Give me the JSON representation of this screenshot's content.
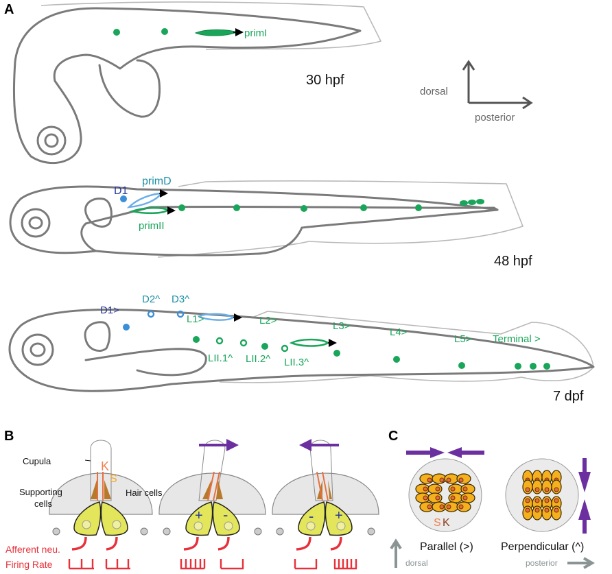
{
  "panels": {
    "a": "A",
    "b": "B",
    "c": "C"
  },
  "fish_30hpf": {
    "stage": "30 hpf",
    "prim_label": "primI"
  },
  "axes_a": {
    "dorsal": "dorsal",
    "posterior": "posterior"
  },
  "fish_48hpf": {
    "stage": "48 hpf",
    "d1": "D1",
    "primD": "primD",
    "primII": "primII"
  },
  "fish_7dpf": {
    "stage": "7 dpf",
    "labels": {
      "d1": "D1>",
      "d2": "D2^",
      "d3": "D3^",
      "l1": "L1>",
      "l2": "L2>",
      "l3": "L3>",
      "l4": "L4>",
      "l5": "L5>",
      "terminal": "Terminal >",
      "lii1": "LII.1^",
      "lii2": "LII.2^",
      "lii3": "LII.3^"
    }
  },
  "panel_b": {
    "cupula": "Cupula",
    "kinocilium": "K",
    "stereocilia": "S",
    "supporting_1": "Supporting",
    "supporting_2": "cells",
    "hair_cells": "Hair cells",
    "afferent": "Afferent neu.",
    "firing_rate": "Firing Rate",
    "plus": "+",
    "minus": "-"
  },
  "panel_c": {
    "s": "S",
    "k": "K",
    "parallel": "Parallel (>)",
    "perpendicular": "Perpendicular (^)",
    "dorsal": "dorsal",
    "posterior": "posterior"
  },
  "colors": {
    "green": "#1aa65a",
    "blue": "#3a8fd6",
    "navy": "#2b3a99",
    "teal": "#1c8fa6",
    "purple": "#6b2fa0",
    "red": "#e8303a",
    "orange": "#f08050",
    "gold": "#f5a623"
  }
}
